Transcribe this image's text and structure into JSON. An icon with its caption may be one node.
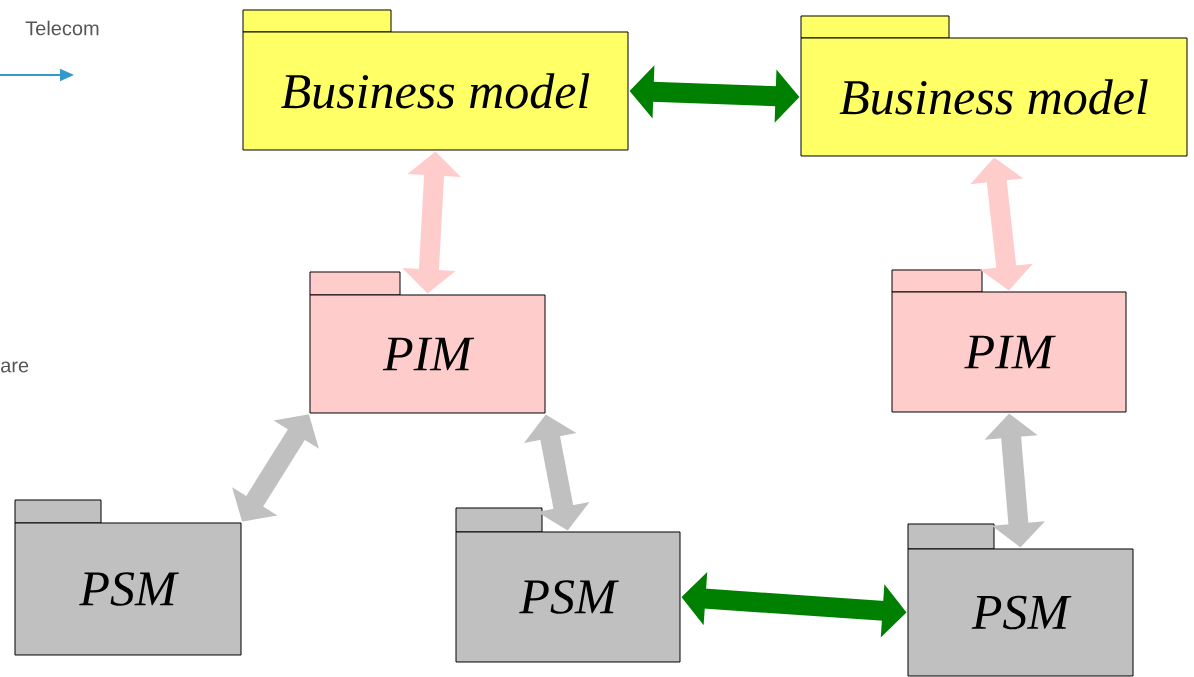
{
  "diagram": {
    "nodes": [
      {
        "text": [
          "Business model"
        ]
      },
      {
        "text": [
          "Business model"
        ]
      },
      {
        "text": [
          "PIM"
        ]
      },
      {
        "text": [
          "PIM"
        ]
      },
      {
        "text": [
          "PSM"
        ]
      },
      {
        "text": [
          "PSM"
        ]
      },
      {
        "text": [
          "PSM"
        ]
      }
    ],
    "edges": [
      {
        "from": 0,
        "to": 1,
        "arrow": "both",
        "color": "#008000"
      },
      {
        "from": 0,
        "to": 2,
        "arrow": "both",
        "color": "#ffcccc"
      },
      {
        "from": 1,
        "to": 3,
        "arrow": "both",
        "color": "#ffcccc"
      },
      {
        "from": 2,
        "to": 4,
        "arrow": "both",
        "color": "#c0c0c0"
      },
      {
        "from": 2,
        "to": 5,
        "arrow": "both",
        "color": "#c0c0c0"
      },
      {
        "from": 3,
        "to": 6,
        "arrow": "both",
        "color": "#c0c0c0"
      },
      {
        "from": 5,
        "to": 6,
        "arrow": "both",
        "color": "#008000"
      }
    ],
    "labels": [
      "Telecom",
      "are"
    ]
  }
}
